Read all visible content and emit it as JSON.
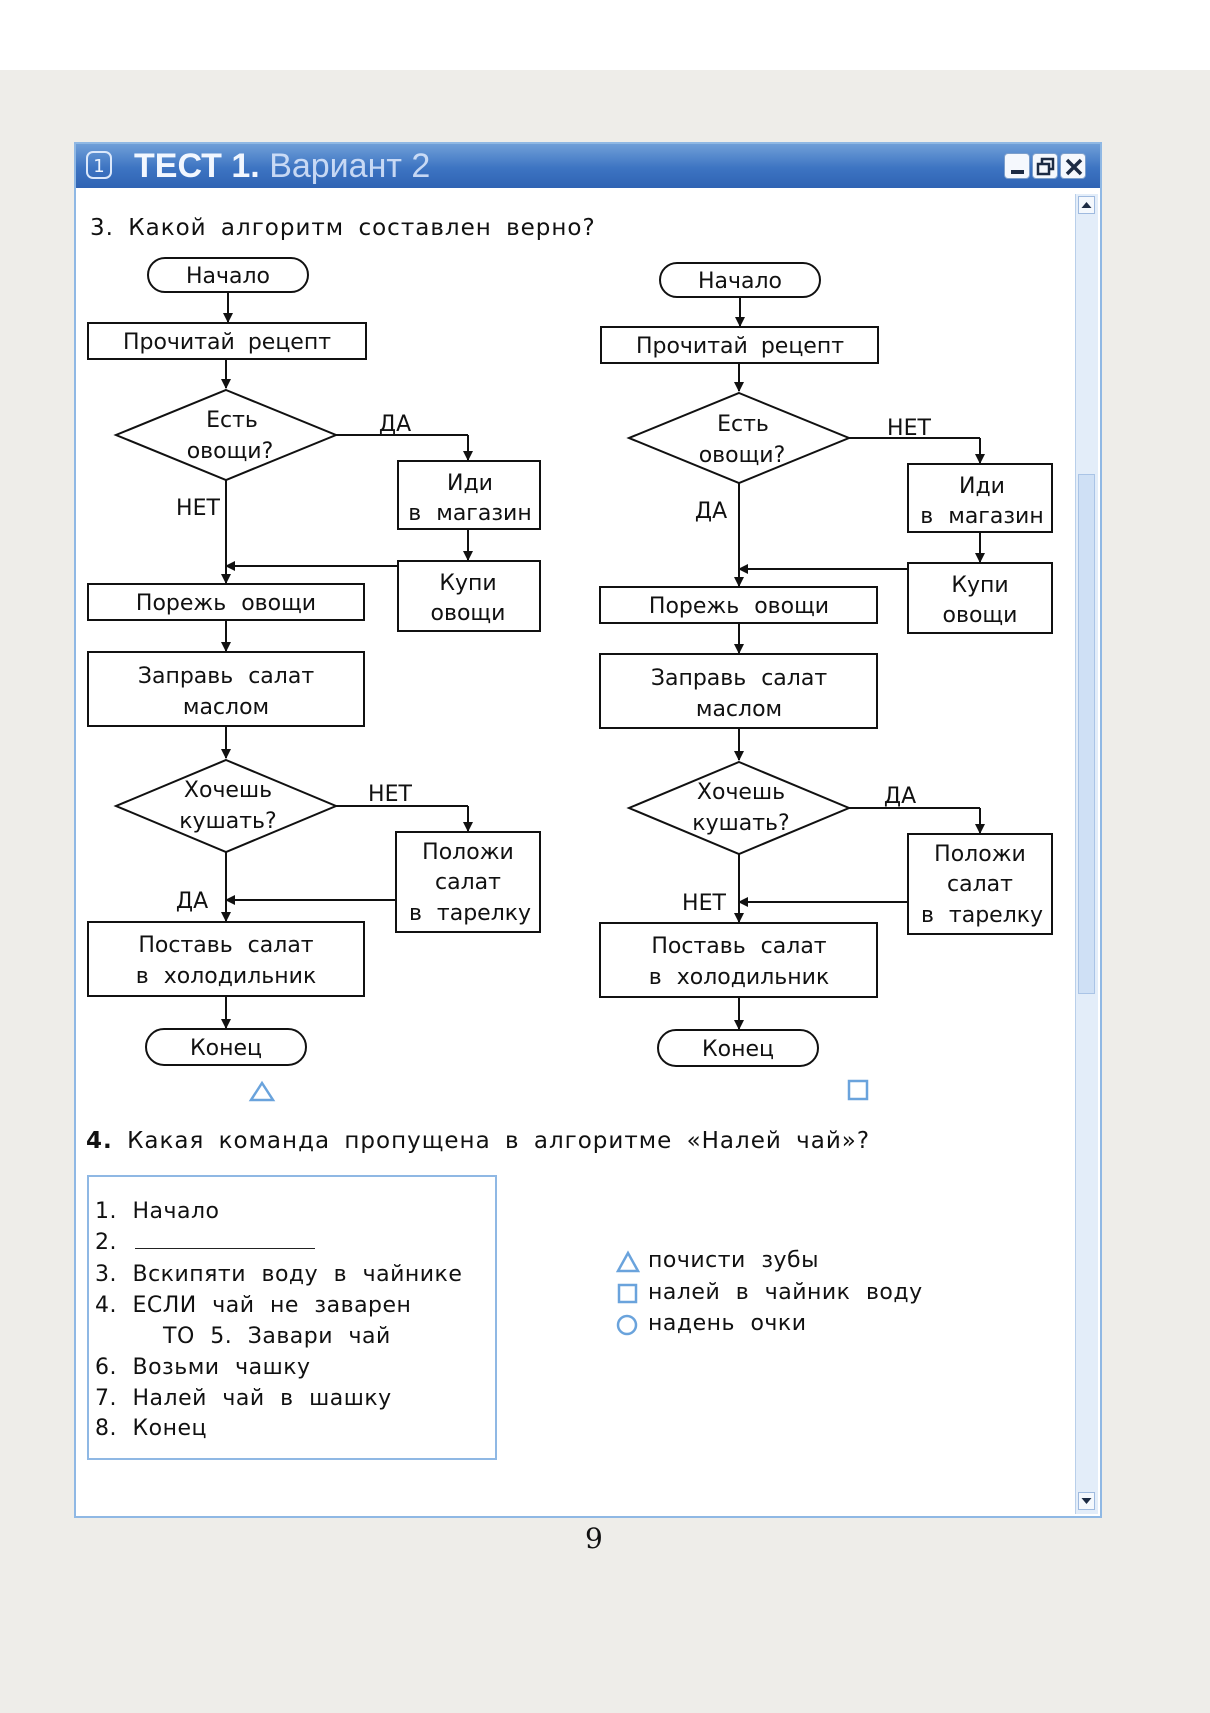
{
  "window": {
    "title_bold": "ТЕСТ 1.",
    "title_rest": "Вариант 2",
    "icon_label": "1"
  },
  "question3": {
    "number": "3.",
    "text": "Какой алгоритм составлен верно?"
  },
  "flowchart_a": {
    "start": "Начало",
    "read": "Прочитай рецепт",
    "cond1": [
      "Есть",
      "овощи?"
    ],
    "cond1_right": "ДА",
    "cond1_down": "НЕТ",
    "go_shop": [
      "Иди",
      "в магазин"
    ],
    "buy": [
      "Купи",
      "овощи"
    ],
    "cut": "Порежь овощи",
    "dress": [
      "Заправь салат",
      "маслом"
    ],
    "cond2": [
      "Хочешь",
      "кушать?"
    ],
    "cond2_right": "НЕТ",
    "cond2_down": "ДА",
    "plate": [
      "Положи",
      "салат",
      "в тарелку"
    ],
    "fridge": [
      "Поставь салат",
      "в холодильник"
    ],
    "end": "Конец",
    "answer_shape": "triangle"
  },
  "flowchart_b": {
    "start": "Начало",
    "read": "Прочитай рецепт",
    "cond1": [
      "Есть",
      "овощи?"
    ],
    "cond1_right": "НЕТ",
    "cond1_down": "ДА",
    "go_shop": [
      "Иди",
      "в магазин"
    ],
    "buy": [
      "Купи",
      "овощи"
    ],
    "cut": "Порежь овощи",
    "dress": [
      "Заправь салат",
      "маслом"
    ],
    "cond2": [
      "Хочешь",
      "кушать?"
    ],
    "cond2_right": "ДА",
    "cond2_down": "НЕТ",
    "plate": [
      "Положи",
      "салат",
      "в тарелку"
    ],
    "fridge": [
      "Поставь салат",
      "в холодильник"
    ],
    "end": "Конец",
    "answer_shape": "square"
  },
  "question4": {
    "number": "4.",
    "text": "Какая команда пропущена в алгоритме «Налей чай»?"
  },
  "algorithm": {
    "lines": [
      "1. Начало",
      "2.",
      "3. Вскипяти воду в чайнике",
      "4. ЕСЛИ чай не заварен",
      "ТО 5. Завари чай",
      "6. Возьми чашку",
      "7. Налей чай в шашку",
      "8. Конец"
    ]
  },
  "options": [
    {
      "shape": "triangle",
      "text": "почисти зубы"
    },
    {
      "shape": "square",
      "text": "налей в чайник воду"
    },
    {
      "shape": "circle",
      "text": "надень очки"
    }
  ],
  "page_number": "9",
  "colors": {
    "accent": "#6aa3dc",
    "title_bar": "#3d74c2"
  }
}
